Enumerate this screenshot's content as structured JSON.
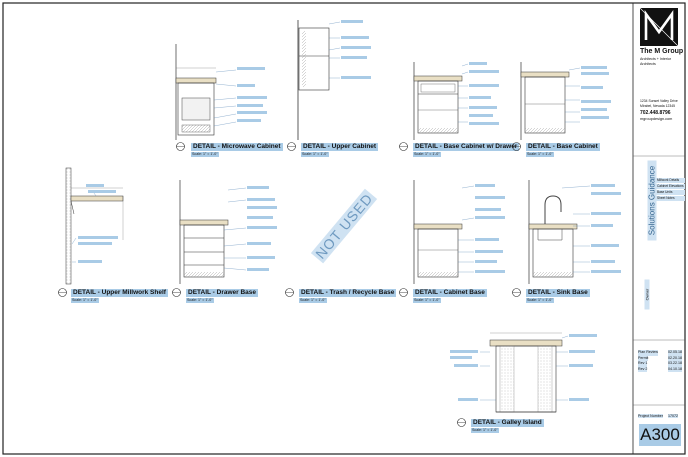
{
  "firm": {
    "name": "The M Group",
    "tagline": "Architects + Interior Architects",
    "address1": "1234 Sunset Valley Drive",
    "address2": "Mirabel, Nevada 12345",
    "phone": "702.448.8796",
    "web": "mgroupdesign.com"
  },
  "project": {
    "title": "Solutions Guidance",
    "notes": [
      "Millwork Details",
      "Cabinet Elevations",
      "Base Units",
      "Sheet Notes"
    ],
    "owner": "Owner"
  },
  "issues": [
    {
      "label": "Plan Review",
      "date": "02.05.18"
    },
    {
      "label": "Permit",
      "date": "02.20.18"
    },
    {
      "label": "Rev 1",
      "date": "03.22.18"
    },
    {
      "label": "Rev 2",
      "date": "04.10.18"
    }
  ],
  "project_number_label": "Project Number",
  "project_number": "17072",
  "sheet_number": "A300",
  "not_used": "NOT USED",
  "details": [
    {
      "num": "1",
      "sheet": "A300",
      "title": "DETAIL - Microwave Cabinet",
      "scale": "Scale: 1\" = 1'-0\""
    },
    {
      "num": "2",
      "sheet": "A300",
      "title": "DETAIL - Upper Cabinet",
      "scale": "Scale: 1\" = 1'-0\""
    },
    {
      "num": "3",
      "sheet": "A300",
      "title": "DETAIL - Base Cabinet w/ Drawer",
      "scale": "Scale: 1\" = 1'-0\""
    },
    {
      "num": "4",
      "sheet": "A300",
      "title": "DETAIL - Base Cabinet",
      "scale": "Scale: 1\" = 1'-0\""
    },
    {
      "num": "5",
      "sheet": "A300",
      "title": "DETAIL - Upper Millwork Shelf",
      "scale": "Scale: 1\" = 1'-0\""
    },
    {
      "num": "6",
      "sheet": "A300",
      "title": "DETAIL - Drawer Base",
      "scale": "Scale: 1\" = 1'-0\""
    },
    {
      "num": "7",
      "sheet": "A300",
      "title": "DETAIL - Trash / Recycle Base",
      "scale": "Scale: 1\" = 1'-0\""
    },
    {
      "num": "8",
      "sheet": "A300",
      "title": "DETAIL - Cabinet Base",
      "scale": "Scale: 1\" = 1'-0\""
    },
    {
      "num": "9",
      "sheet": "A300",
      "title": "DETAIL - Sink Base",
      "scale": "Scale: 1\" = 1'-0\""
    },
    {
      "num": "10",
      "sheet": "A300",
      "title": "DETAIL - Galley Island",
      "scale": "Scale: 1\" = 1'-0\""
    }
  ]
}
